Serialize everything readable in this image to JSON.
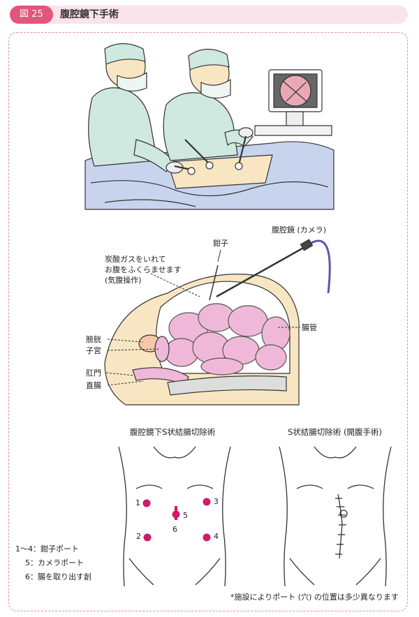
{
  "header": {
    "figure_number": "図 25",
    "title": "腹腔鏡下手術"
  },
  "anatomy_labels": {
    "gas_line1": "炭酸ガスをいれて",
    "gas_line2": "お腹をふくらませます",
    "gas_line3": "(気腹操作)",
    "forceps": "鉗子",
    "laparoscope": "腹腔鏡 (カメラ)",
    "intestine": "腸管",
    "bladder": "膀胱",
    "uterus": "子宮",
    "anus": "肛門",
    "rectum": "直腸"
  },
  "torso_left": {
    "caption": "腹腔鏡下S状結腸切除術",
    "ports": [
      "1",
      "2",
      "3",
      "4",
      "5",
      "6"
    ]
  },
  "torso_right": {
    "caption": "S状結腸切除術 (開腹手術)"
  },
  "legend": {
    "line1": "1～4：鉗子ポート",
    "line2": "5：カメラポート",
    "line3": "6：腸を取り出す創"
  },
  "footnote": "*施設によりポート (穴) の位置は多少異なります",
  "colors": {
    "badge": "#e0577a",
    "header_bg": "#fbe3ea",
    "port_dot": "#d21a6a",
    "intestine": "#f0b8d8",
    "gown": "#cfe8e0",
    "drape": "#c8d4ee",
    "skin": "#f8e6c2"
  }
}
